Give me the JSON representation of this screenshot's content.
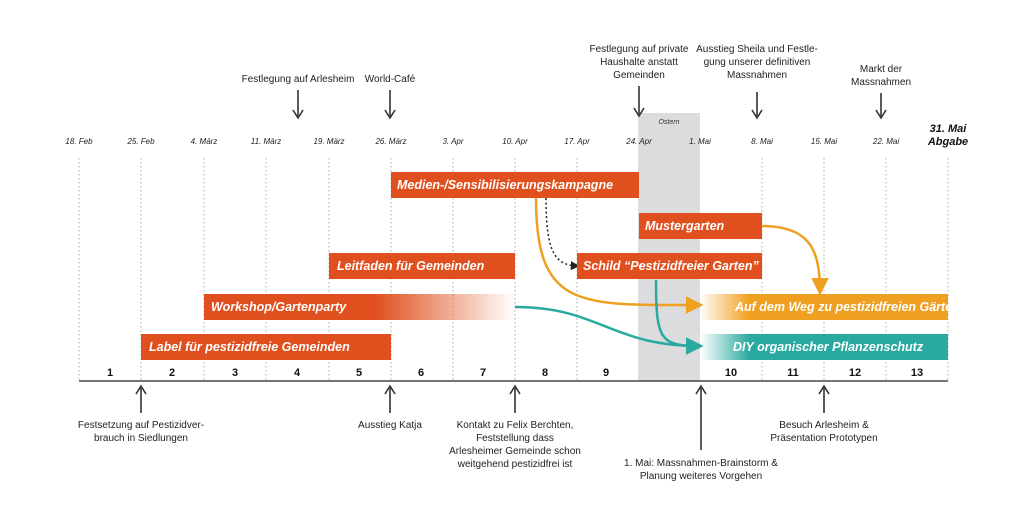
{
  "dates": [
    "18. Feb",
    "25. Feb",
    "4. März",
    "11. März",
    "19. März",
    "26. März",
    "3. Apr",
    "10. Apr",
    "17. Apr",
    "24. Apr",
    "1. Mai",
    "8. Mai",
    "15. Mai",
    "22. Mai"
  ],
  "deadline": {
    "line1": "31. Mai",
    "line2": "Abgabe"
  },
  "easter_label": "Ostern",
  "weeks": [
    "1",
    "2",
    "3",
    "4",
    "5",
    "6",
    "7",
    "8",
    "9",
    "10",
    "11",
    "12",
    "13"
  ],
  "top_notes": [
    {
      "lines": [
        "Festlegung auf Arlesheim"
      ]
    },
    {
      "lines": [
        "World-Café"
      ]
    },
    {
      "lines": [
        "Festlegung auf private",
        "Haushalte anstatt",
        "Gemeinden"
      ]
    },
    {
      "lines": [
        "Ausstieg Sheila und Festle-",
        "gung unserer definitiven",
        "Massnahmen"
      ]
    },
    {
      "lines": [
        "Markt der",
        "Massnahmen"
      ]
    }
  ],
  "bottom_notes": [
    {
      "lines": [
        "Festsetzung auf Pestizidver-",
        "brauch in Siedlungen"
      ]
    },
    {
      "lines": [
        "Ausstieg Katja"
      ]
    },
    {
      "lines": [
        "Kontakt zu Felix Berchten,",
        "Feststellung dass",
        "Arlesheimer Gemeinde schon",
        "weitgehend pestizidfrei ist"
      ]
    },
    {
      "lines": [
        "1. Mai: Massnahmen-Brainstorm &",
        "Planung weiteres Vorgehen"
      ]
    },
    {
      "lines": [
        "Besuch Arlesheim &",
        "Präsentation Prototypen"
      ]
    }
  ],
  "bars": [
    {
      "label": "Medien-/Sensibilisierungskampagne",
      "color": "#e0501e"
    },
    {
      "label": "Mustergarten",
      "color": "#e0501e"
    },
    {
      "label": "Leitfaden für Gemeinden",
      "color": "#e0501e"
    },
    {
      "label": "Schild “Pestizidfreier Garten”",
      "color": "#e0501e"
    },
    {
      "label": "Workshop/Gartenparty",
      "color": "#e0501e"
    },
    {
      "label": "Auf dem Weg zu pestizidfreien Gärten",
      "color": "#f0a020"
    },
    {
      "label": "Label für pestizidfreie Gemeinden",
      "color": "#e0501e"
    },
    {
      "label": "DIY organischer Pflanzenschutz",
      "color": "#2aa9a0"
    }
  ],
  "colors": {
    "orange_red": "#e0501e",
    "amber": "#f0a020",
    "teal": "#2aa9a0",
    "easter_band": "#dcdcde"
  }
}
